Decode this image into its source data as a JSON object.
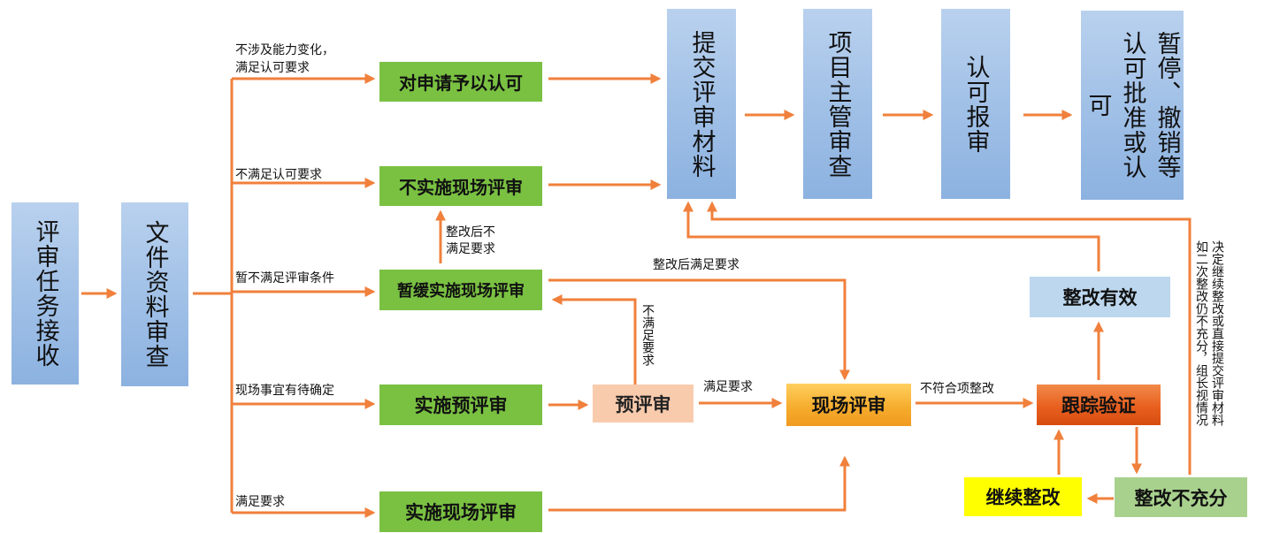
{
  "nodes": {
    "task_receive": "评审任务接收",
    "doc_review": "文件资料审查",
    "grant": "对申请予以认可",
    "no_onsite": "不实施现场评审",
    "postpone": "暂缓实施现场评审",
    "pre_review_impl": "实施预评审",
    "onsite_impl": "实施现场评审",
    "pre_review": "预评审",
    "onsite_review": "现场评审",
    "follow_verify": "跟踪验证",
    "rect_effective": "整改有效",
    "rect_insufficient": "整改不充分",
    "continue_rect": "继续整改",
    "submit_materials": "提交评审材料",
    "project_review": "项目主管审查",
    "approval_report": "认可报审",
    "final": "暂停、撤销等认可批准或认可"
  },
  "labels": {
    "no_capability_change": "不涉及能力变化，",
    "meets_requirements_1": "满足认可要求",
    "not_meet_accreditation": "不满足认可要求",
    "temp_not_meet": "暂不满足评审条件",
    "pending_onsite": "现场事宜有待确定",
    "meets_req_bottom": "满足要求",
    "after_rect_not_1": "整改后不",
    "after_rect_not_2": "满足要求",
    "after_rect_meets": "整改后满足要求",
    "not_meet_req": "不满足要求",
    "meets_req_mid": "满足要求",
    "nonconformity": "不符合项整改",
    "decision_col1": "决定继续整改或直接提交评审材料",
    "decision_col2": "如二次整改仍不充分，组长视情况"
  },
  "colors": {
    "arrow": "#f0803c",
    "blue_box": "#9fbfe6",
    "green_box": "#7ac142",
    "peach_box": "#f8cbad",
    "orange_box": "#f2a12d",
    "red_box": "#e85a1e",
    "yellow_box": "#ffff00",
    "light_green_box": "#a9d18e",
    "light_blue_box": "#bdd7ee"
  }
}
